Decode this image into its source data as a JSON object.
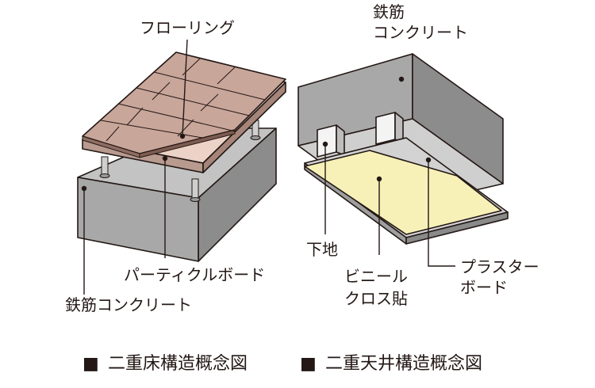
{
  "floor_diagram": {
    "labels": {
      "flooring": "フローリング",
      "particle_board": "パーティクルボード",
      "rc_slab": "鉄筋コンクリート"
    },
    "caption": "二重床構造概念図"
  },
  "ceiling_diagram": {
    "labels": {
      "rc_line1": "鉄筋",
      "rc_line2": "コンクリート",
      "base": "下地",
      "vinyl_line1": "ビニール",
      "vinyl_line2": "クロス貼",
      "plaster_line1": "プラスター",
      "plaster_line2": "ボード"
    },
    "caption": "二重天井構造概念図"
  },
  "caption_marker": "■",
  "colors": {
    "concrete_front": "#a8a8a8",
    "concrete_side": "#8c8c8c",
    "concrete_top": "#cfcfcf",
    "flooring": "#c9a69a",
    "board": "#ecd2c7",
    "plaster": "#d2d2d2",
    "vinyl": "#f7f1b8",
    "ink": "#231815"
  }
}
